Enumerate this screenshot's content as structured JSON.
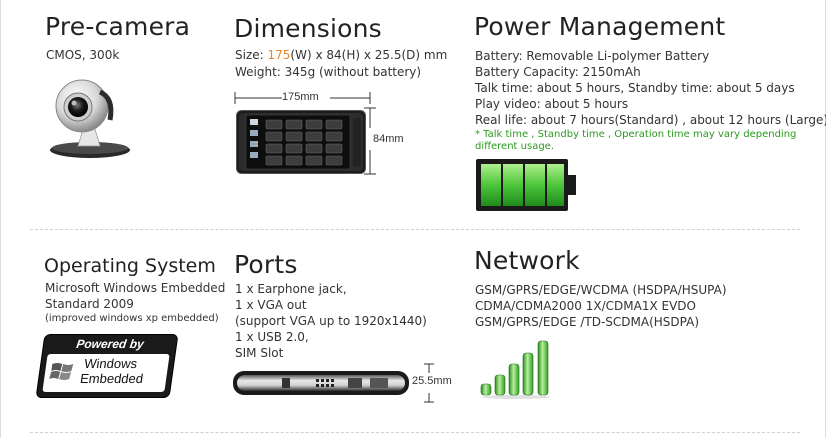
{
  "precamera": {
    "title": "Pre-camera",
    "spec": "CMOS, 300k",
    "icon": "webcam-icon"
  },
  "dimensions": {
    "title": "Dimensions",
    "size_prefix": "Size: ",
    "size_width": "175",
    "size_rest": "(W) x 84(H) x 25.5(D) mm",
    "weight": "Weight: 345g (without battery)",
    "width_label": "175mm",
    "height_label": "84mm",
    "device_icon": "device-front-image"
  },
  "power": {
    "title": "Power Management",
    "lines": [
      "Battery: Removable Li-polymer Battery",
      "Battery Capacity: 2150mAh",
      "Talk time: about 5 hours, Standby time: about 5 days",
      "Play video: about 5 hours",
      "Real life: about 7 hours(Standard) , about 12 hours (Large)"
    ],
    "note": "* Talk time , Standby time , Operation time may vary depending different usage.",
    "battery_icon": "battery-icon",
    "battery_level": 1.0,
    "battery_color": "#2fae2a"
  },
  "os": {
    "title": "Operating System",
    "line1": "Microsoft Windows Embedded",
    "line2": "Standard  2009",
    "line3": "(improved windows xp embedded)",
    "logo_top": "Powered by",
    "logo_line1": "Windows",
    "logo_line2": "Embedded",
    "logo_icon": "windows-logo-icon"
  },
  "ports": {
    "title": "Ports",
    "lines": [
      "1 x Earphone jack,",
      "1 x VGA out",
      "(support VGA up to 1920x1440)",
      "1 x USB 2.0,",
      "SIM Slot"
    ],
    "depth_label": "25.5mm",
    "device_icon": "device-side-image"
  },
  "network": {
    "title": "Network",
    "lines": [
      "GSM/GPRS/EDGE/WCDMA (HSDPA/HSUPA)",
      "CDMA/CDMA2000 1X/CDMA1X EVDO",
      "GSM/GPRS/EDGE /TD-SCDMA(HSDPA)"
    ],
    "signal_icon": "signal-bars-icon",
    "signal_color": "#3aaa2c"
  }
}
